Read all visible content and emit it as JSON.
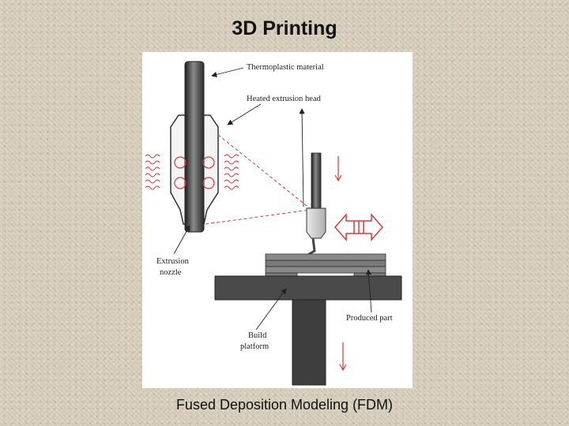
{
  "slide": {
    "title": "3D Printing",
    "caption": "Fused Deposition Modeling (FDM)"
  },
  "diagram": {
    "labels": {
      "thermoplastic": "Thermoplastic material",
      "heated_head": "Heated extrusion head",
      "extrusion_nozzle_line1": "Extrusion",
      "extrusion_nozzle_line2": "nozzle",
      "produced_part": "Produced part",
      "build_platform_line1": "Build",
      "build_platform_line2": "platform"
    },
    "colors": {
      "accent_red": "#d83a3a",
      "platform_gray": "#4a4a4a",
      "rod_gray": "#3c3c3c",
      "layer_gray": "#7a7a7a",
      "background": "#d9cfbd"
    }
  }
}
